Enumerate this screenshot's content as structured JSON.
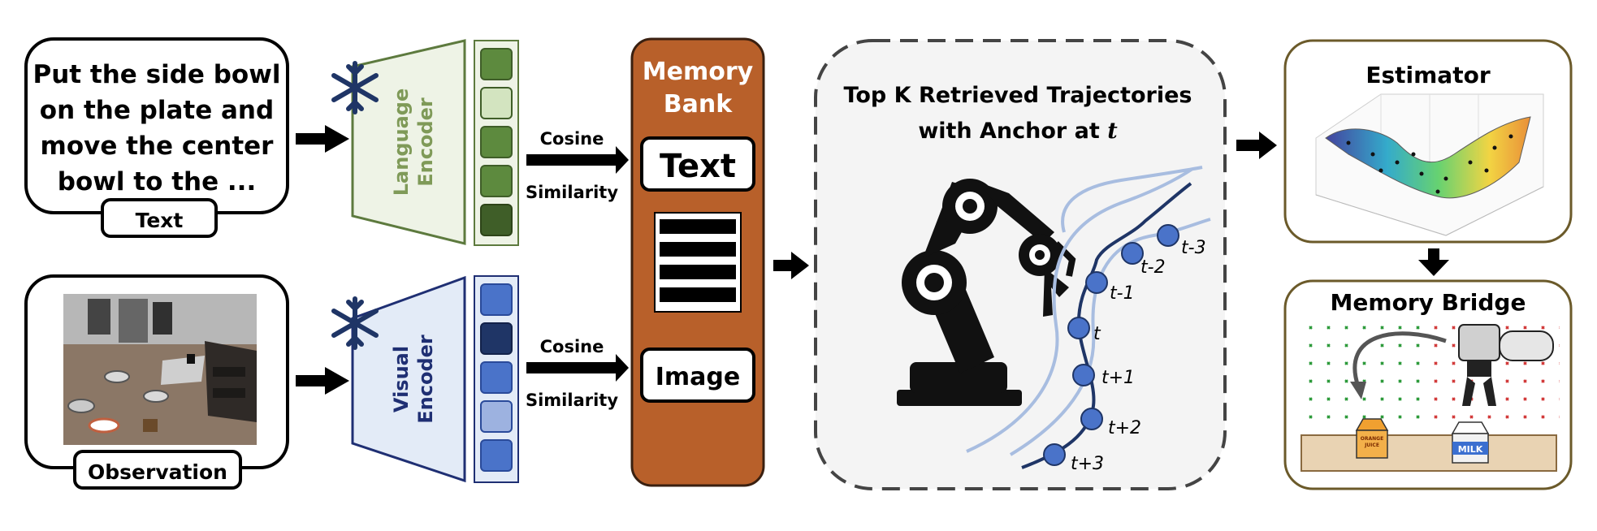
{
  "text_input": {
    "content_lines": [
      "Put the side bowl",
      "on the plate and",
      "move the center",
      "bowl to the ..."
    ],
    "label": "Text"
  },
  "observation_input": {
    "label": "Observation"
  },
  "language_encoder": {
    "line1": "Language",
    "line2": "Encoder"
  },
  "visual_encoder": {
    "line1": "Visual",
    "line2": "Encoder"
  },
  "language_arrow": {
    "line1": "Cosine",
    "line2": "Similarity"
  },
  "visual_arrow": {
    "line1": "Cosine",
    "line2": "Similarity"
  },
  "memory_bank": {
    "title_line1": "Memory",
    "title_line2": "Bank",
    "text_slot": "Text",
    "image_slot": "Image"
  },
  "retrieval": {
    "title_line1": "Top K Retrieved Trajectories",
    "title_prefix": "with Anchor at ",
    "anchor_symbol": "t",
    "waypoint_labels": [
      "t-3",
      "t-2",
      "t-1",
      "t",
      "t+1",
      "t+2",
      "t+3"
    ]
  },
  "estimator": {
    "title": "Estimator"
  },
  "memory_bridge": {
    "title": "Memory Bridge",
    "juice_label_line1": "ORANGE",
    "juice_label_line2": "JUICE",
    "milk_label": "MILK"
  },
  "colors": {
    "language_panel": "#eef3e6",
    "language_border": "#5d7a3e",
    "visual_panel": "#e3ebf7",
    "visual_border": "#1f2f73",
    "memory_bank": "#b8602a",
    "trajectory_dark": "#1f3566",
    "trajectory_light": "#a8bde0",
    "waypoint": "#4a73c9"
  }
}
